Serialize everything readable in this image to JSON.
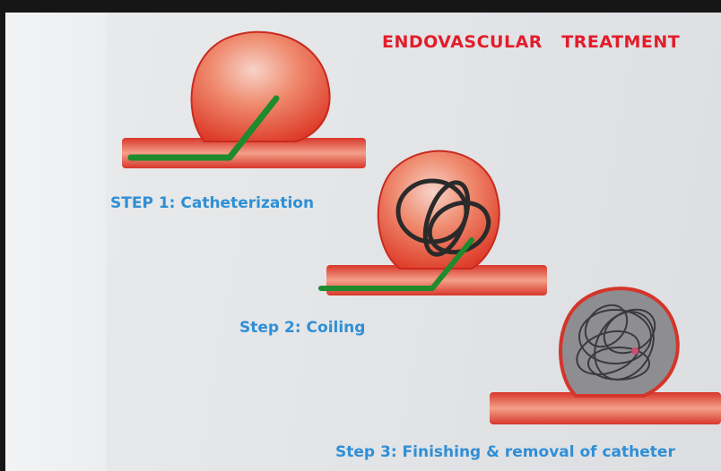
{
  "slide": {
    "title": "ENDOVASCULAR   TREATMENT",
    "steps": [
      {
        "caption": "STEP 1: Catheterization"
      },
      {
        "caption": "Step 2: Coiling"
      },
      {
        "caption": "Step 3: Finishing & removal of catheter"
      }
    ]
  },
  "colors": {
    "title": "#e21d2b",
    "caption": "#2f8fd6",
    "vessel": "#e0412f",
    "catheter": "#1f8a2e",
    "coil": "#2a2a2a"
  }
}
